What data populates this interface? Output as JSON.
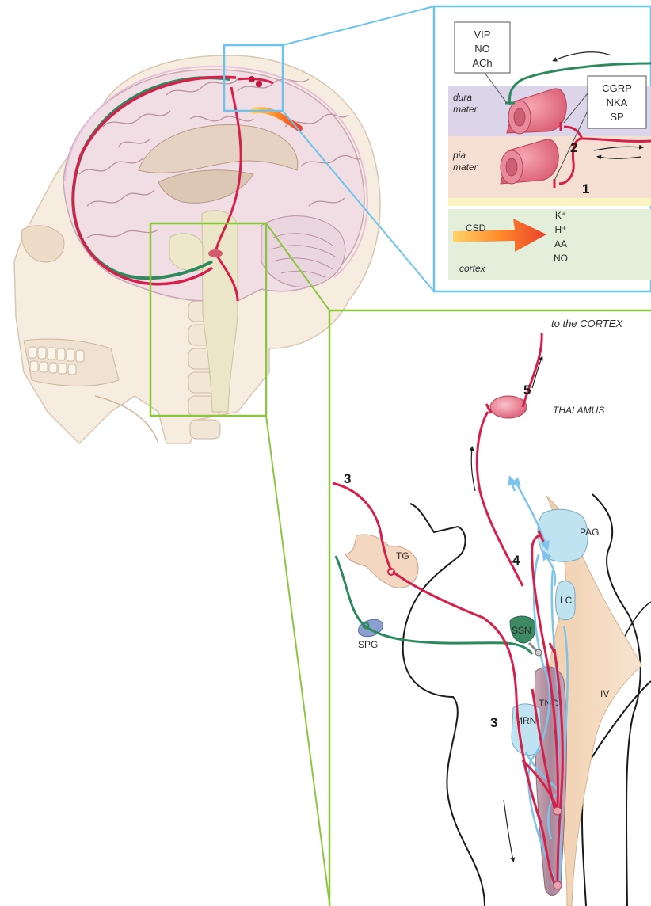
{
  "inset": {
    "box_vip": [
      "VIP",
      "NO",
      "ACh"
    ],
    "box_cgrp": [
      "CGRP",
      "NKA",
      "SP"
    ],
    "dura_label": [
      "dura",
      "mater"
    ],
    "pia_label": [
      "pia",
      "mater"
    ],
    "csd_label": "CSD",
    "cortex_label": "cortex",
    "ions": [
      "K⁺",
      "H⁺",
      "AA",
      "NO"
    ],
    "step_1": "1",
    "step_2": "2"
  },
  "pathway": {
    "to_cortex": "to the CORTEX",
    "thalamus": "THALAMUS",
    "step_3_top": "3",
    "step_3_lower": "3",
    "step_4": "4",
    "step_5": "5",
    "tg": "TG",
    "spg": "SPG",
    "ssn": "SSN",
    "pag": "PAG",
    "lc": "LC",
    "iv": "IV",
    "tnc": "TNC",
    "mrn": "MRN"
  },
  "colors": {
    "trigeminal_red": "#d4204a",
    "parasympathetic_green": "#2e8a5e",
    "descending_blue": "#7ec4ea",
    "zoom_outline_blue": "#6cc4ee",
    "zoom_outline_green": "#8cc63f",
    "dura_band": "#dcd5ea",
    "pia_band": "#f5dfd3",
    "cortex_band": "#e3eedb",
    "csf_band": "#fbf3c0"
  }
}
